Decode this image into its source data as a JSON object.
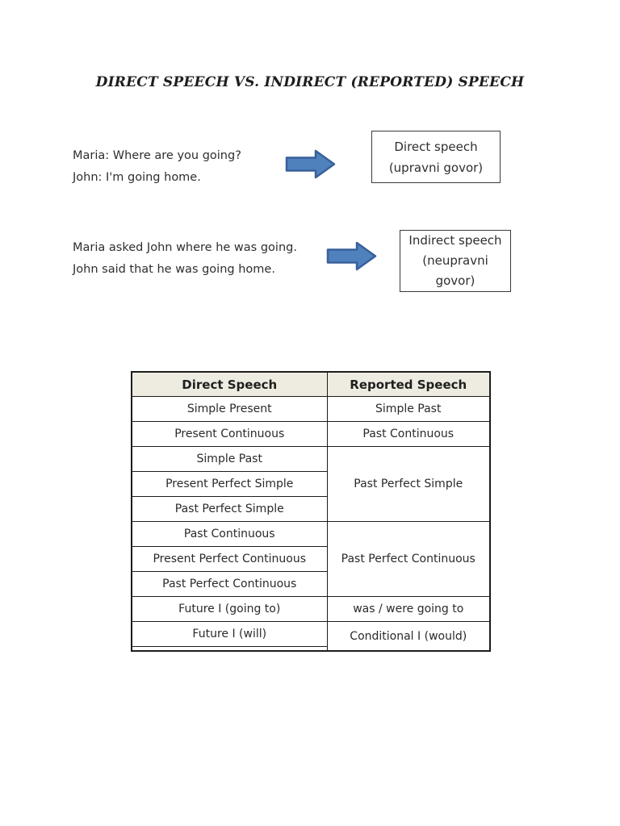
{
  "title": "DIRECT SPEECH VS. INDIRECT (REPORTED) SPEECH",
  "examples": [
    {
      "dialogue": [
        "Maria: Where are you going?",
        "John: I'm going home."
      ],
      "label": [
        "Direct speech",
        "(upravni govor)"
      ]
    },
    {
      "dialogue": [
        "Maria asked John where he was going.",
        "John said that he was going home."
      ],
      "label": [
        "Indirect speech",
        "(neupravni",
        "govor)"
      ]
    }
  ],
  "table": {
    "header": [
      "Direct Speech",
      "Reported Speech"
    ],
    "rows": [
      {
        "left": "Simple Present",
        "right": "Simple Past"
      },
      {
        "left": "Present Continuous",
        "right": "Past Continuous"
      },
      {
        "left": "Simple Past",
        "right": "Past Perfect Simple"
      },
      {
        "left": "Present Perfect Simple"
      },
      {
        "left": "Past Perfect Simple"
      },
      {
        "left": "Past Continuous",
        "right": "Past Perfect Continuous"
      },
      {
        "left": "Present Perfect Continuous"
      },
      {
        "left": "Past Perfect Continuous"
      },
      {
        "left": "Future I (going to)",
        "right": "was / were going to"
      },
      {
        "left": "Future I (will)",
        "right": "Conditional I (would)"
      },
      {
        "left": ""
      }
    ]
  },
  "colors": {
    "arrow_fill": "#4f81bd",
    "arrow_stroke": "#38609a",
    "table_header_bg": "#eeece1",
    "table_border": "#1c1c1c",
    "text": "#2e2e2e"
  }
}
